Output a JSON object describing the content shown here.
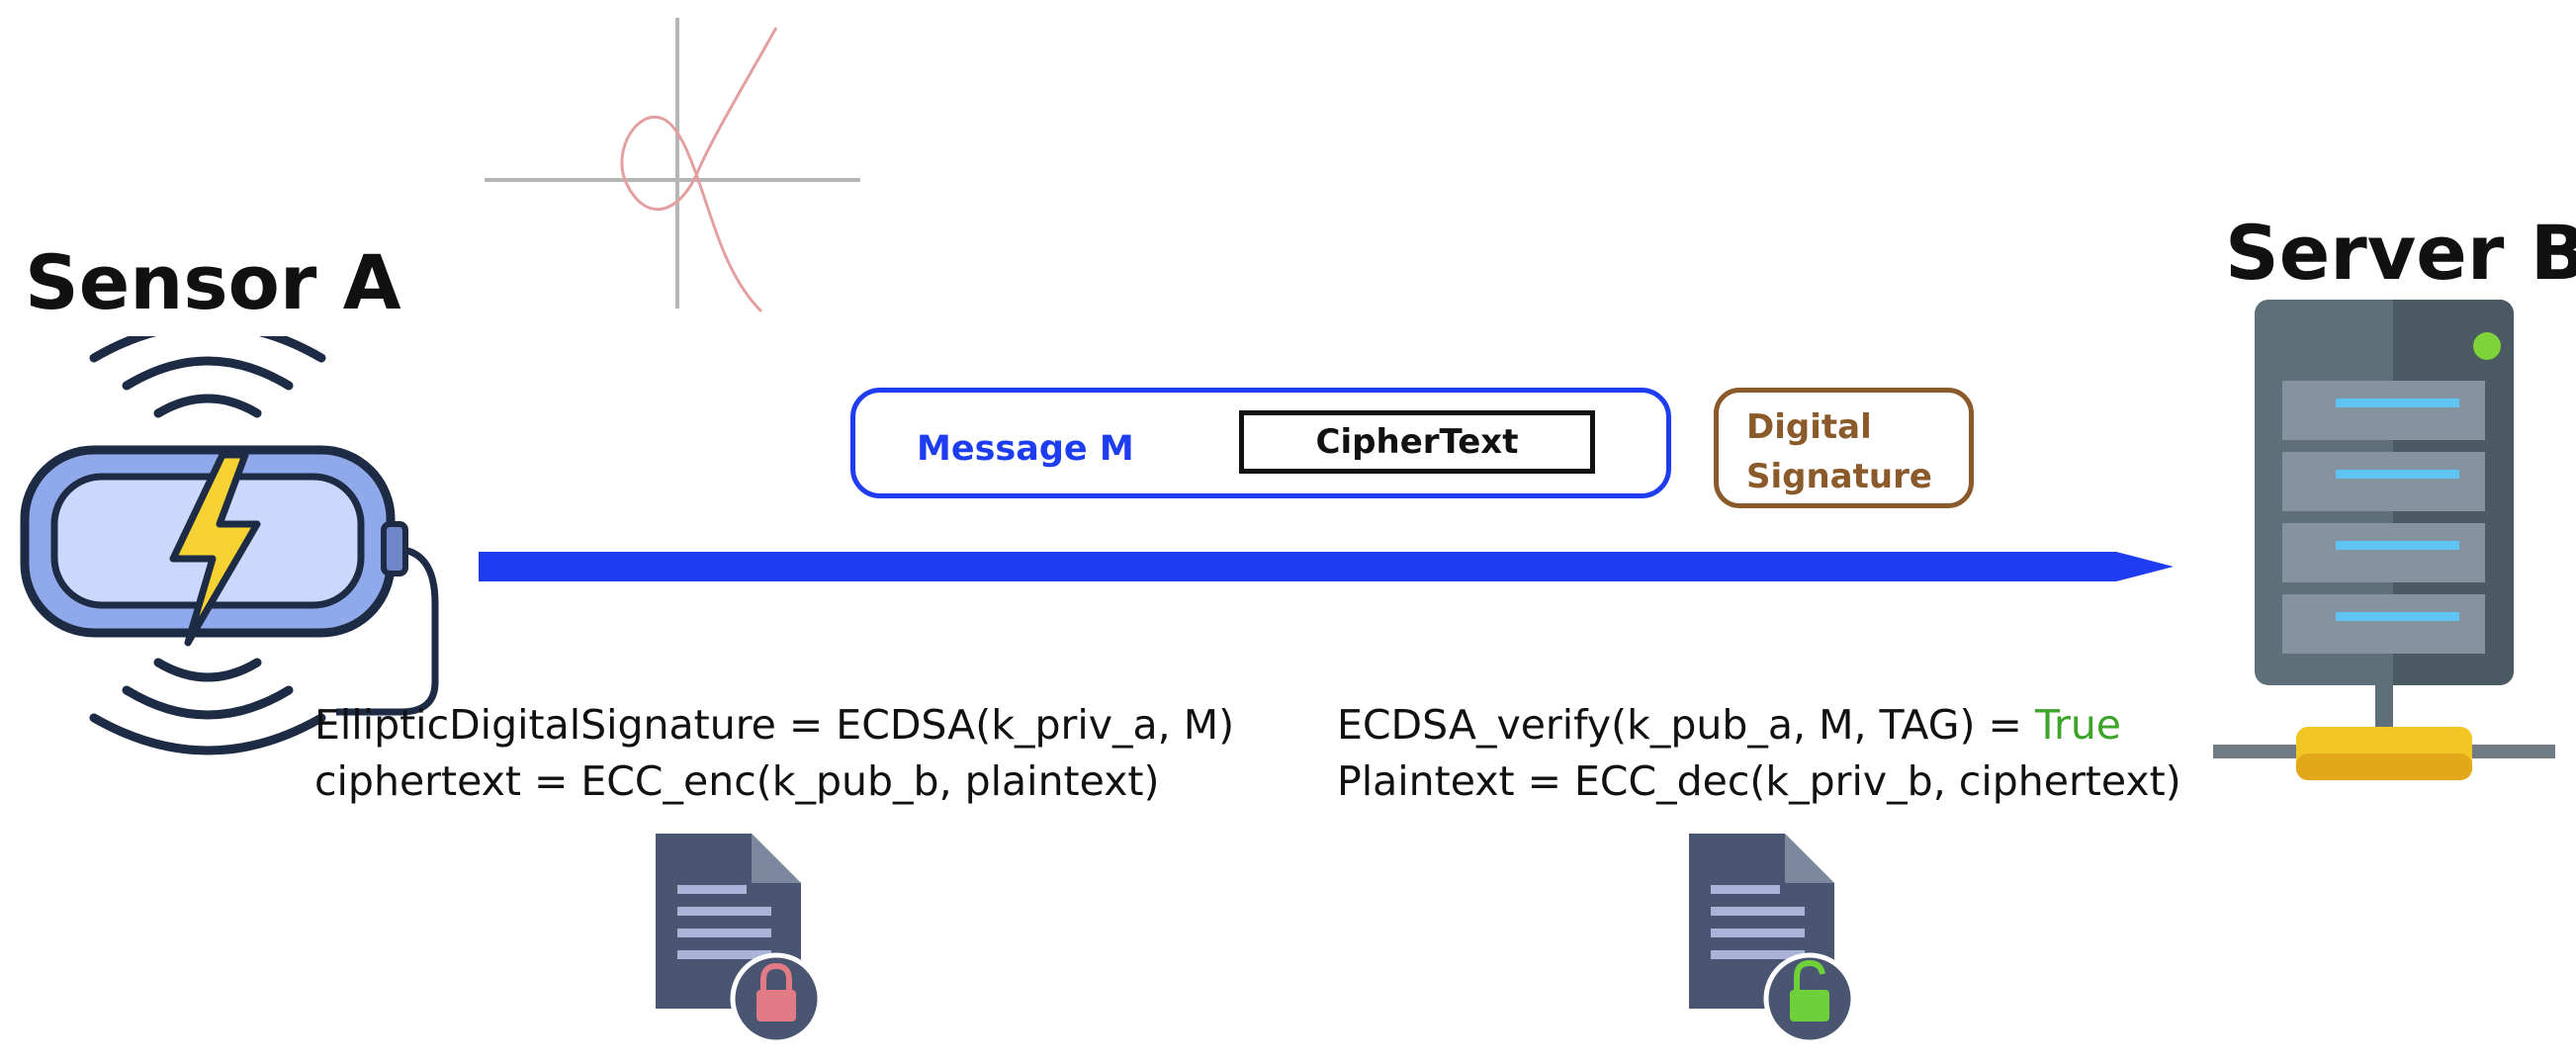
{
  "sensor": {
    "title": "Sensor A"
  },
  "server": {
    "title": "Server B"
  },
  "packet": {
    "message_label": "Message M",
    "ciphertext_label": "CipherText",
    "signature_line_1": "Digital",
    "signature_line_2": "Signature"
  },
  "sender_ops": {
    "sign": "EllipticDigitalSignature = ECDSA(k_priv_a, M)",
    "encrypt": "ciphertext = ECC_enc(k_pub_b, plaintext)"
  },
  "receiver_ops": {
    "verify_prefix": "ECDSA_verify(k_pub_a, M, TAG) = ",
    "verify_result": "True",
    "decrypt": "Plaintext = ECC_dec(k_priv_b, ciphertext)"
  },
  "icons": {
    "curve": "elliptic-curve-icon",
    "sensor": "wireless-battery-sensor-icon",
    "server": "server-rack-icon",
    "locked_document": "locked-document-icon",
    "unlocked_document": "unlocked-document-icon",
    "arrow": "transmission-arrow"
  },
  "colors": {
    "arrow": "#1f3df0",
    "message_border": "#1f3df0",
    "signature_border": "#8b5a2b",
    "verify_true": "#3da42a",
    "lock_locked": "#e27b86",
    "lock_unlocked": "#6fd13a",
    "server_body": "#5f6f7a",
    "server_led": "#7ed23a"
  }
}
